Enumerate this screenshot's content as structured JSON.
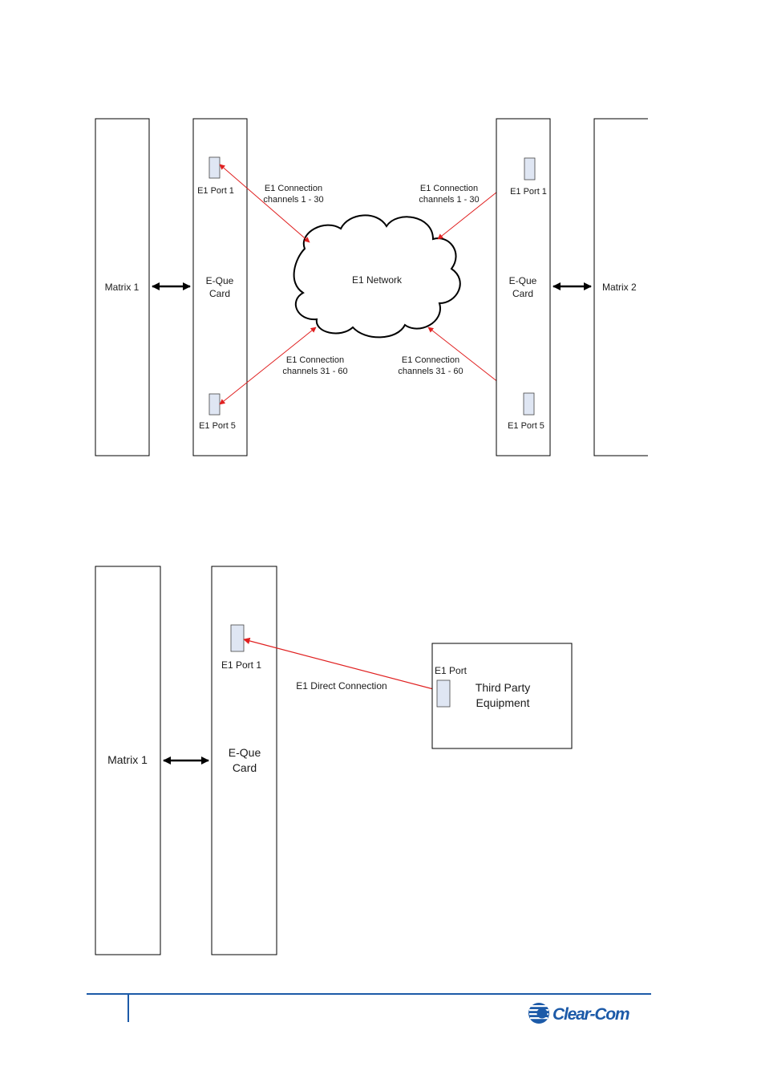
{
  "diagram1": {
    "matrix_left": "Matrix 1",
    "card_left": [
      "E-Que",
      "Card"
    ],
    "port1_left": "E1 Port 1",
    "port5_left": "E1 Port 5",
    "conn_top_left": [
      "E1 Connection",
      "channels 1 - 30"
    ],
    "conn_bottom_left": [
      "E1 Connection",
      "channels 31 - 60"
    ],
    "network": "E1 Network",
    "conn_top_right": [
      "E1 Connection",
      "channels 1 - 30"
    ],
    "conn_bottom_right": [
      "E1 Connection",
      "channels 31 - 60"
    ],
    "card_right": [
      "E-Que",
      "Card"
    ],
    "port1_right": "E1 Port 1",
    "port5_right": "E1 Port 5",
    "matrix_right": "Matrix 2"
  },
  "diagram2": {
    "matrix": "Matrix 1",
    "card": [
      "E-Que",
      "Card"
    ],
    "port1": "E1 Port 1",
    "direct": "E1 Direct Connection",
    "third_port": "E1 Port",
    "third_equipment": [
      "Third Party",
      "Equipment"
    ]
  },
  "footer": {
    "logo": "Clear-Com"
  },
  "colors": {
    "link_red": "#e02020",
    "port_fill": "#dfe6f3",
    "brand_blue": "#1c5aa8"
  }
}
